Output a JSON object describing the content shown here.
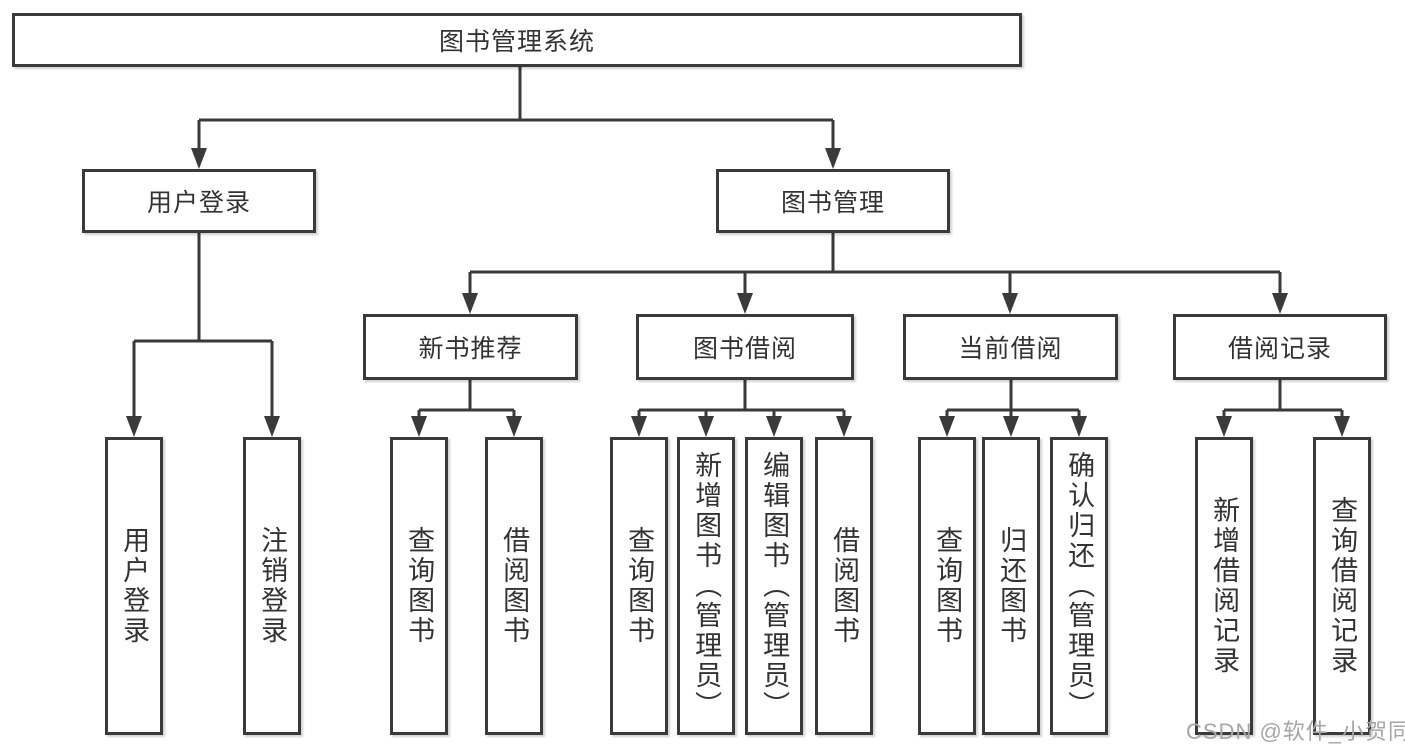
{
  "tree": {
    "root": "图书管理系统",
    "level2": [
      {
        "label": "用户登录",
        "leaves": [
          "用户登录",
          "注销登录"
        ]
      },
      {
        "label": "图书管理",
        "groups": [
          {
            "label": "新书推荐",
            "leaves": [
              "查询图书",
              "借阅图书"
            ]
          },
          {
            "label": "图书借阅",
            "leaves": [
              "查询图书",
              "新增图书（管理员）",
              "编辑图书（管理员）",
              "借阅图书"
            ]
          },
          {
            "label": "当前借阅",
            "leaves": [
              "查询图书",
              "归还图书",
              "确认归还（管理员）"
            ]
          },
          {
            "label": "借阅记录",
            "leaves": [
              "新增借阅记录",
              "查询借阅记录"
            ]
          }
        ]
      }
    ]
  },
  "watermark": {
    "text": "CSDN @软件_小贺同学"
  },
  "colors": {
    "border": "#3a3a3a",
    "text": "#333333",
    "line": "#3a3a3a",
    "watermark": "#a6a6a6",
    "background": "#ffffff"
  }
}
